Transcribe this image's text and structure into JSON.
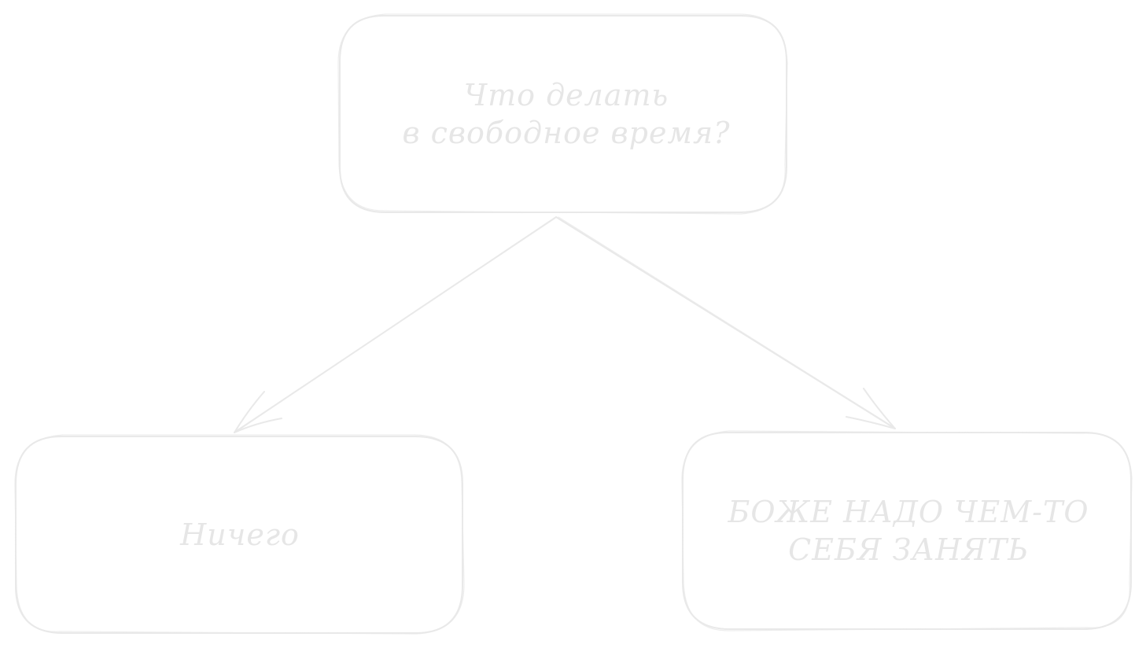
{
  "colors": {
    "stroke": "#e9e9e9",
    "text": "#e6e6e6",
    "background": "#ffffff"
  },
  "nodes": {
    "root": {
      "line1": "Что делать",
      "line2": "в свободное время?"
    },
    "left": {
      "line1": "Ничего"
    },
    "right": {
      "line1": "БОЖЕ НАДО ЧЕМ-ТО",
      "line2": "СЕБЯ ЗАНЯТЬ"
    }
  }
}
